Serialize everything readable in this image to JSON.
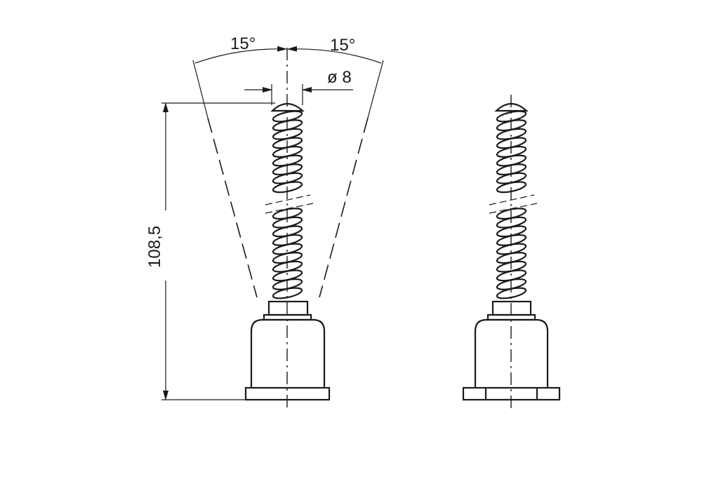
{
  "drawing": {
    "angle_left_label": "15°",
    "angle_right_label": "15°",
    "diameter_label": "ø 8",
    "height_label": "108,5"
  },
  "colors": {
    "line": "#1a1a1a",
    "background": "#ffffff"
  }
}
